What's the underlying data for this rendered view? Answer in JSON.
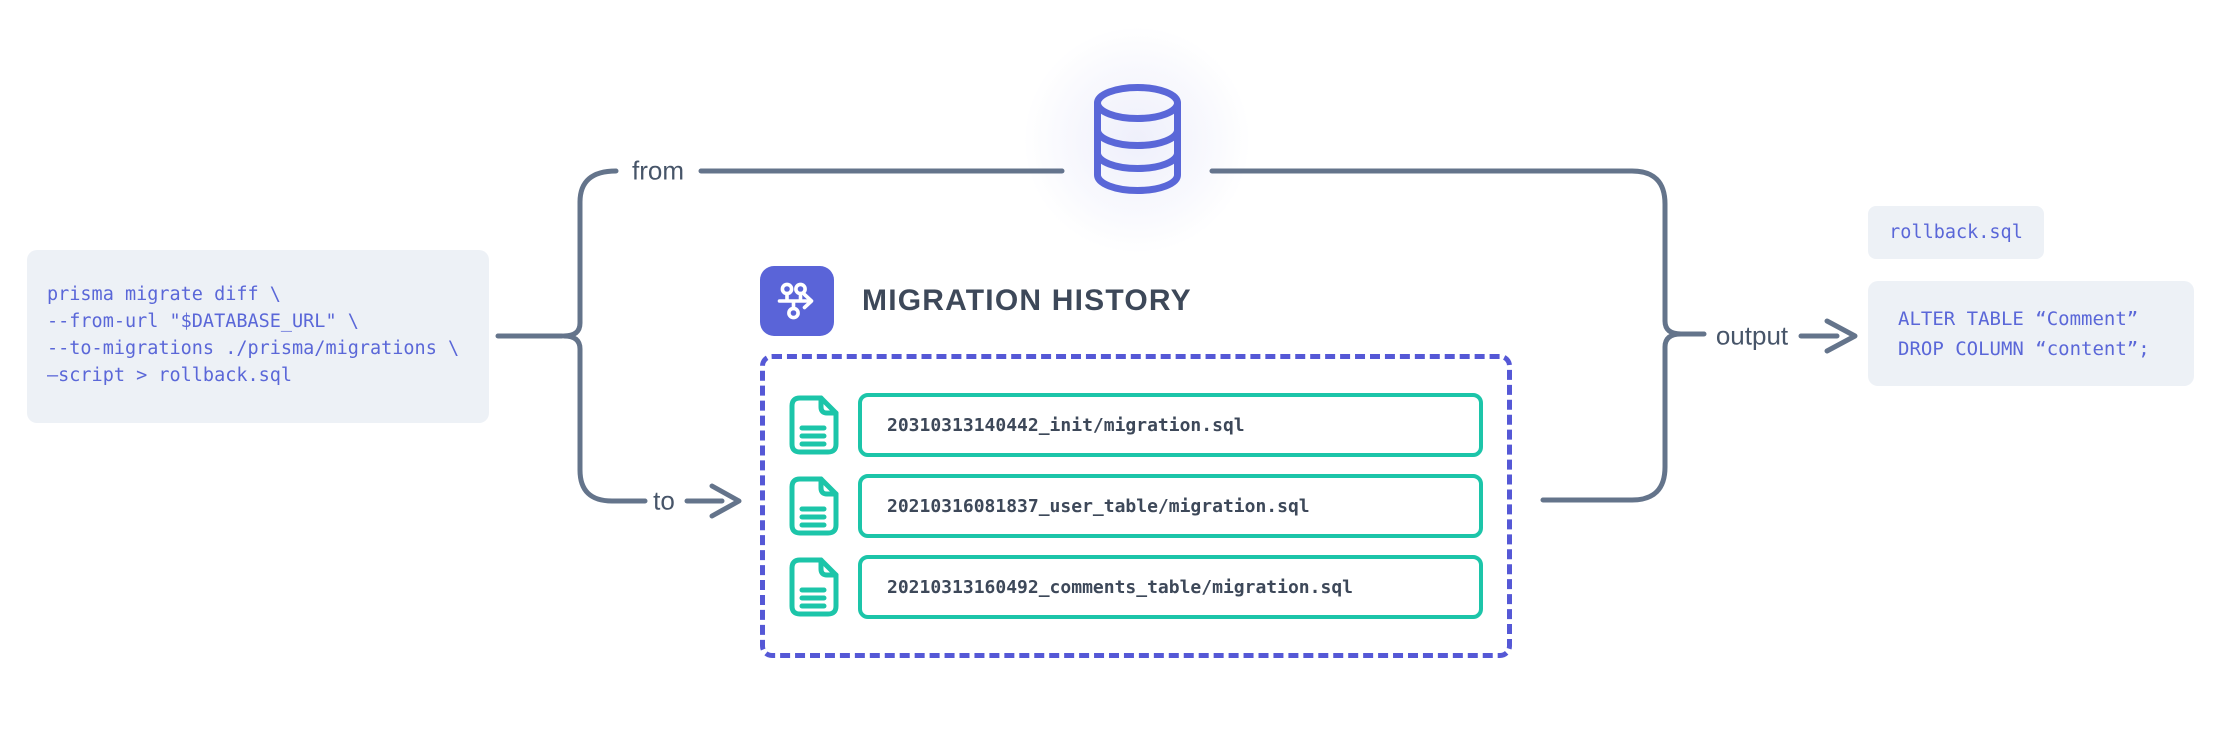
{
  "command_block": {
    "lines": [
      "prisma migrate diff \\",
      "--from-url \"$DATABASE_URL\" \\",
      "--to-migrations ./prisma/migrations \\",
      "–script > rollback.sql"
    ]
  },
  "labels": {
    "from": "from",
    "to": "to",
    "output": "output"
  },
  "migration_history": {
    "title": "MIGRATION HISTORY",
    "files": [
      {
        "name": "20310313140442_init/migration.sql"
      },
      {
        "name": "20210316081837_user_table/migration.sql"
      },
      {
        "name": "20210313160492_comments_table/migration.sql"
      }
    ]
  },
  "output": {
    "filename_badge": "rollback.sql",
    "sql_lines": [
      "ALTER TABLE “Comment”",
      "DROP COLUMN “content”;"
    ]
  },
  "icons": {
    "database": "database-icon",
    "migration_history": "git-timeline-icon",
    "file": "file-document-icon"
  },
  "colors": {
    "indigo": "#5A67D8",
    "indigo_badge": "#5A64D8",
    "indigo_dash": "#5558D6",
    "teal": "#1CC5A9",
    "line_gray": "#64748B",
    "label_text": "#475569",
    "heading_text": "#3D4859",
    "code_bg": "#EDF1F6"
  }
}
